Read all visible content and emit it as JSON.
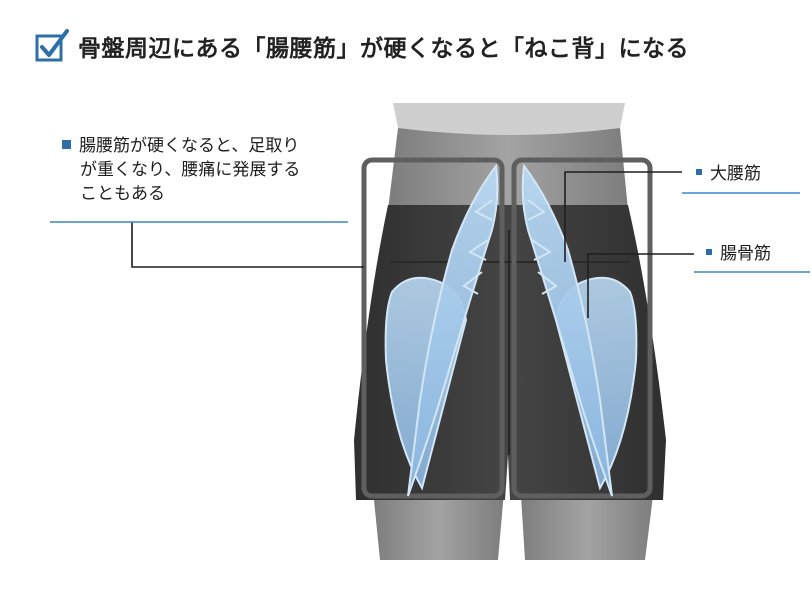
{
  "header": {
    "title": "骨盤周辺にある「腸腰筋」が硬くなると「ねこ背」になる",
    "check_icon": "checkbox-check-icon",
    "accent_color": "#2e6fa8"
  },
  "annotations": {
    "note_lines": [
      "腸腰筋が硬くなると、足取り",
      "が重くなり、腰痛に発展する",
      "こともある"
    ],
    "psoas_major": "大腰筋",
    "iliacus": "腸骨筋"
  },
  "colors": {
    "muscle_fill": "#9cc3e6",
    "muscle_stroke": "#c8dff2",
    "shorts": "#3b3b3b",
    "skin": "#8f8f8f",
    "top": "#cfcfcf",
    "leader_line": "#1e1e1e",
    "underline": "#3a86c8"
  }
}
